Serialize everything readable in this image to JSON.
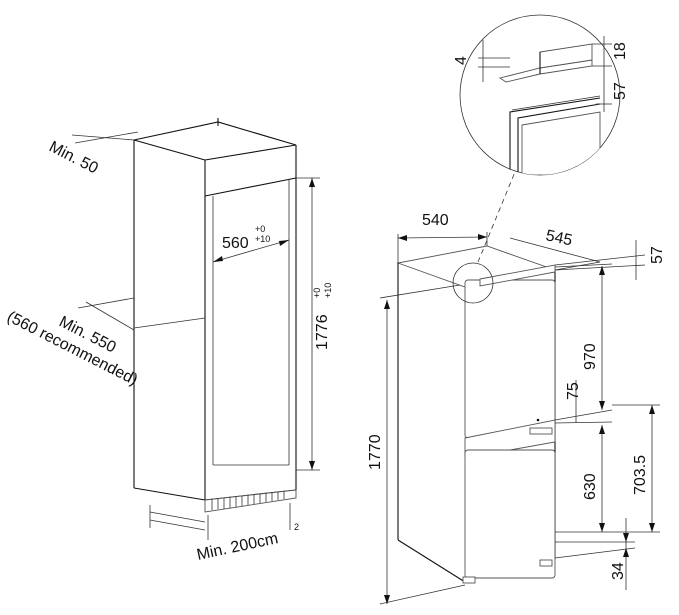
{
  "cabinet": {
    "min_top_gap": "Min. 50",
    "niche_width": "560",
    "niche_width_tol_upper": "+0",
    "niche_width_tol_lower": "+10",
    "niche_height": "1776",
    "niche_height_tol_upper": "+0",
    "niche_height_tol_lower": "+10",
    "min_depth": "Min. 550",
    "depth_recommended": "(560 recommended)",
    "vent_area": "Min. 200cm",
    "vent_area_exponent": "2"
  },
  "appliance": {
    "width": "540",
    "depth": "545",
    "top_offset": "57",
    "height_total": "1770",
    "fridge_section": "970",
    "gap_between": "75",
    "freezer_section": "630",
    "freezer_with_base": "703.5",
    "base_height": "34"
  },
  "detail": {
    "inset_gap": "4",
    "top_thickness": "18",
    "offset_depth": "57"
  }
}
